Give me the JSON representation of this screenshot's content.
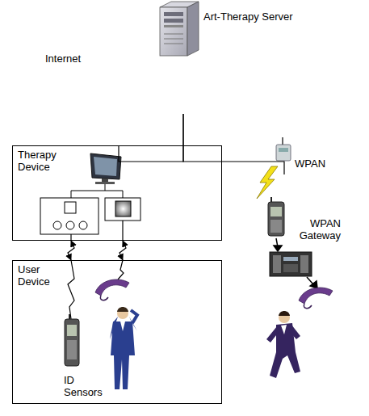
{
  "diagram": {
    "nodes": [
      {
        "text": [
          "Internet"
        ]
      },
      {
        "text": [
          "Therapy Device"
        ]
      },
      {
        "text": [
          "User Device",
          "ID Sensors"
        ]
      },
      {
        "text": [
          "WPAN",
          "WPAN Gateway"
        ]
      }
    ],
    "edges": [
      {
        "from": 0,
        "to": 1,
        "arrow": "none"
      },
      {
        "from": 0,
        "to": 3,
        "arrow": "none"
      },
      {
        "from": 1,
        "to": 2,
        "arrow": "both"
      },
      {
        "from": 1,
        "to": 2,
        "arrow": "both"
      }
    ],
    "labels": [
      "Art-Therapy Server"
    ]
  }
}
